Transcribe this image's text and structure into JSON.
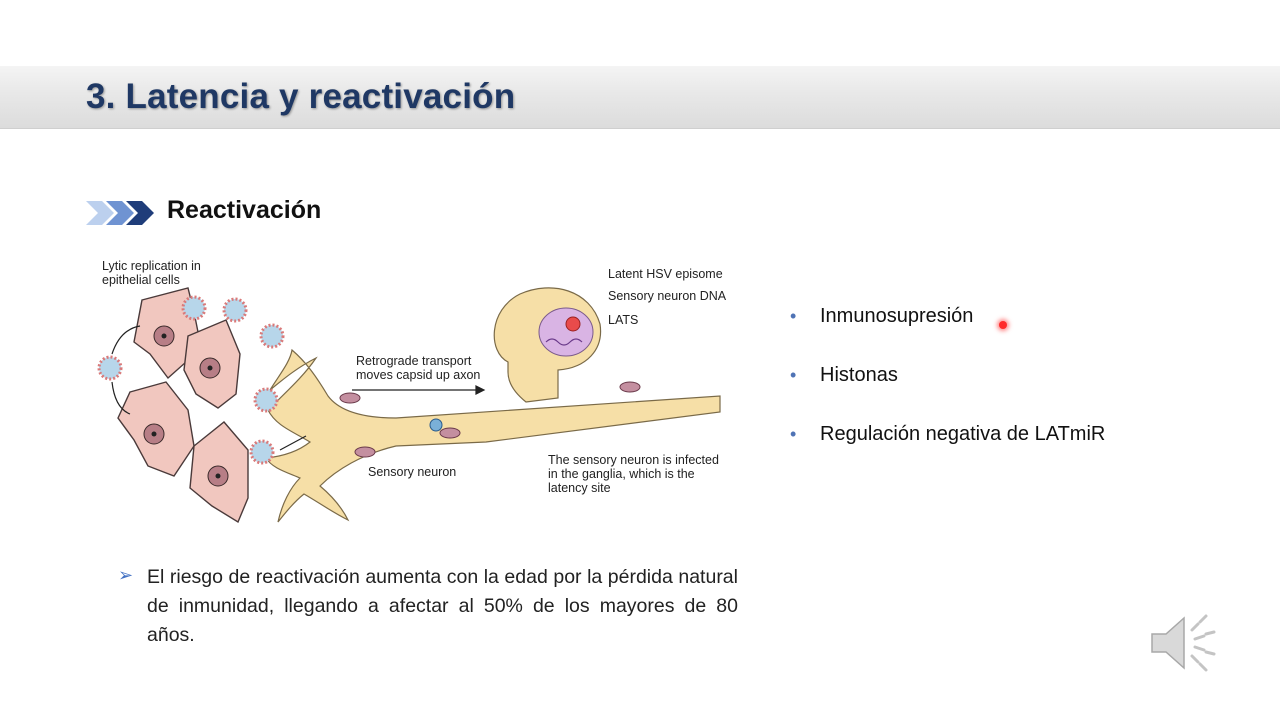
{
  "slide": {
    "title": "3. Latencia y reactivación",
    "subtitle": "Reactivación",
    "bullets": [
      "Inmunosupresión",
      "Histonas",
      "Regulación negativa de LATmiR"
    ],
    "note": "El riesgo de reactivación aumenta con la edad por la pérdida natural de inmunidad, llegando a afectar al 50% de los mayores de 80 años."
  },
  "diagram": {
    "lytic_label_1": "Lytic replication in",
    "lytic_label_2": "epithelial cells",
    "episome_label": "Latent HSV episome",
    "dna_label": "Sensory neuron DNA",
    "lats_label": "LATS",
    "transport_label_1": "Retrograde transport",
    "transport_label_2": "moves capsid up axon",
    "neuron_label": "Sensory neuron",
    "ganglia_label_1": "The sensory neuron is infected",
    "ganglia_label_2": "in the ganglia, which is the",
    "ganglia_label_3": "latency site"
  },
  "colors": {
    "title": "#1f3864",
    "accent": "#4472c4",
    "bullet_dot": "#4f73b5",
    "neuron_fill": "#f6dfa7",
    "cell_fill": "#f1c7bf",
    "nucleus_fill": "#b77e86",
    "laser": "#ff2a2a"
  },
  "icons": {
    "section_marker": "triple-chevron-icon",
    "note_marker": "arrow-bullet-icon",
    "audio": "speaker-icon",
    "pointer": "laser-pointer-icon"
  }
}
